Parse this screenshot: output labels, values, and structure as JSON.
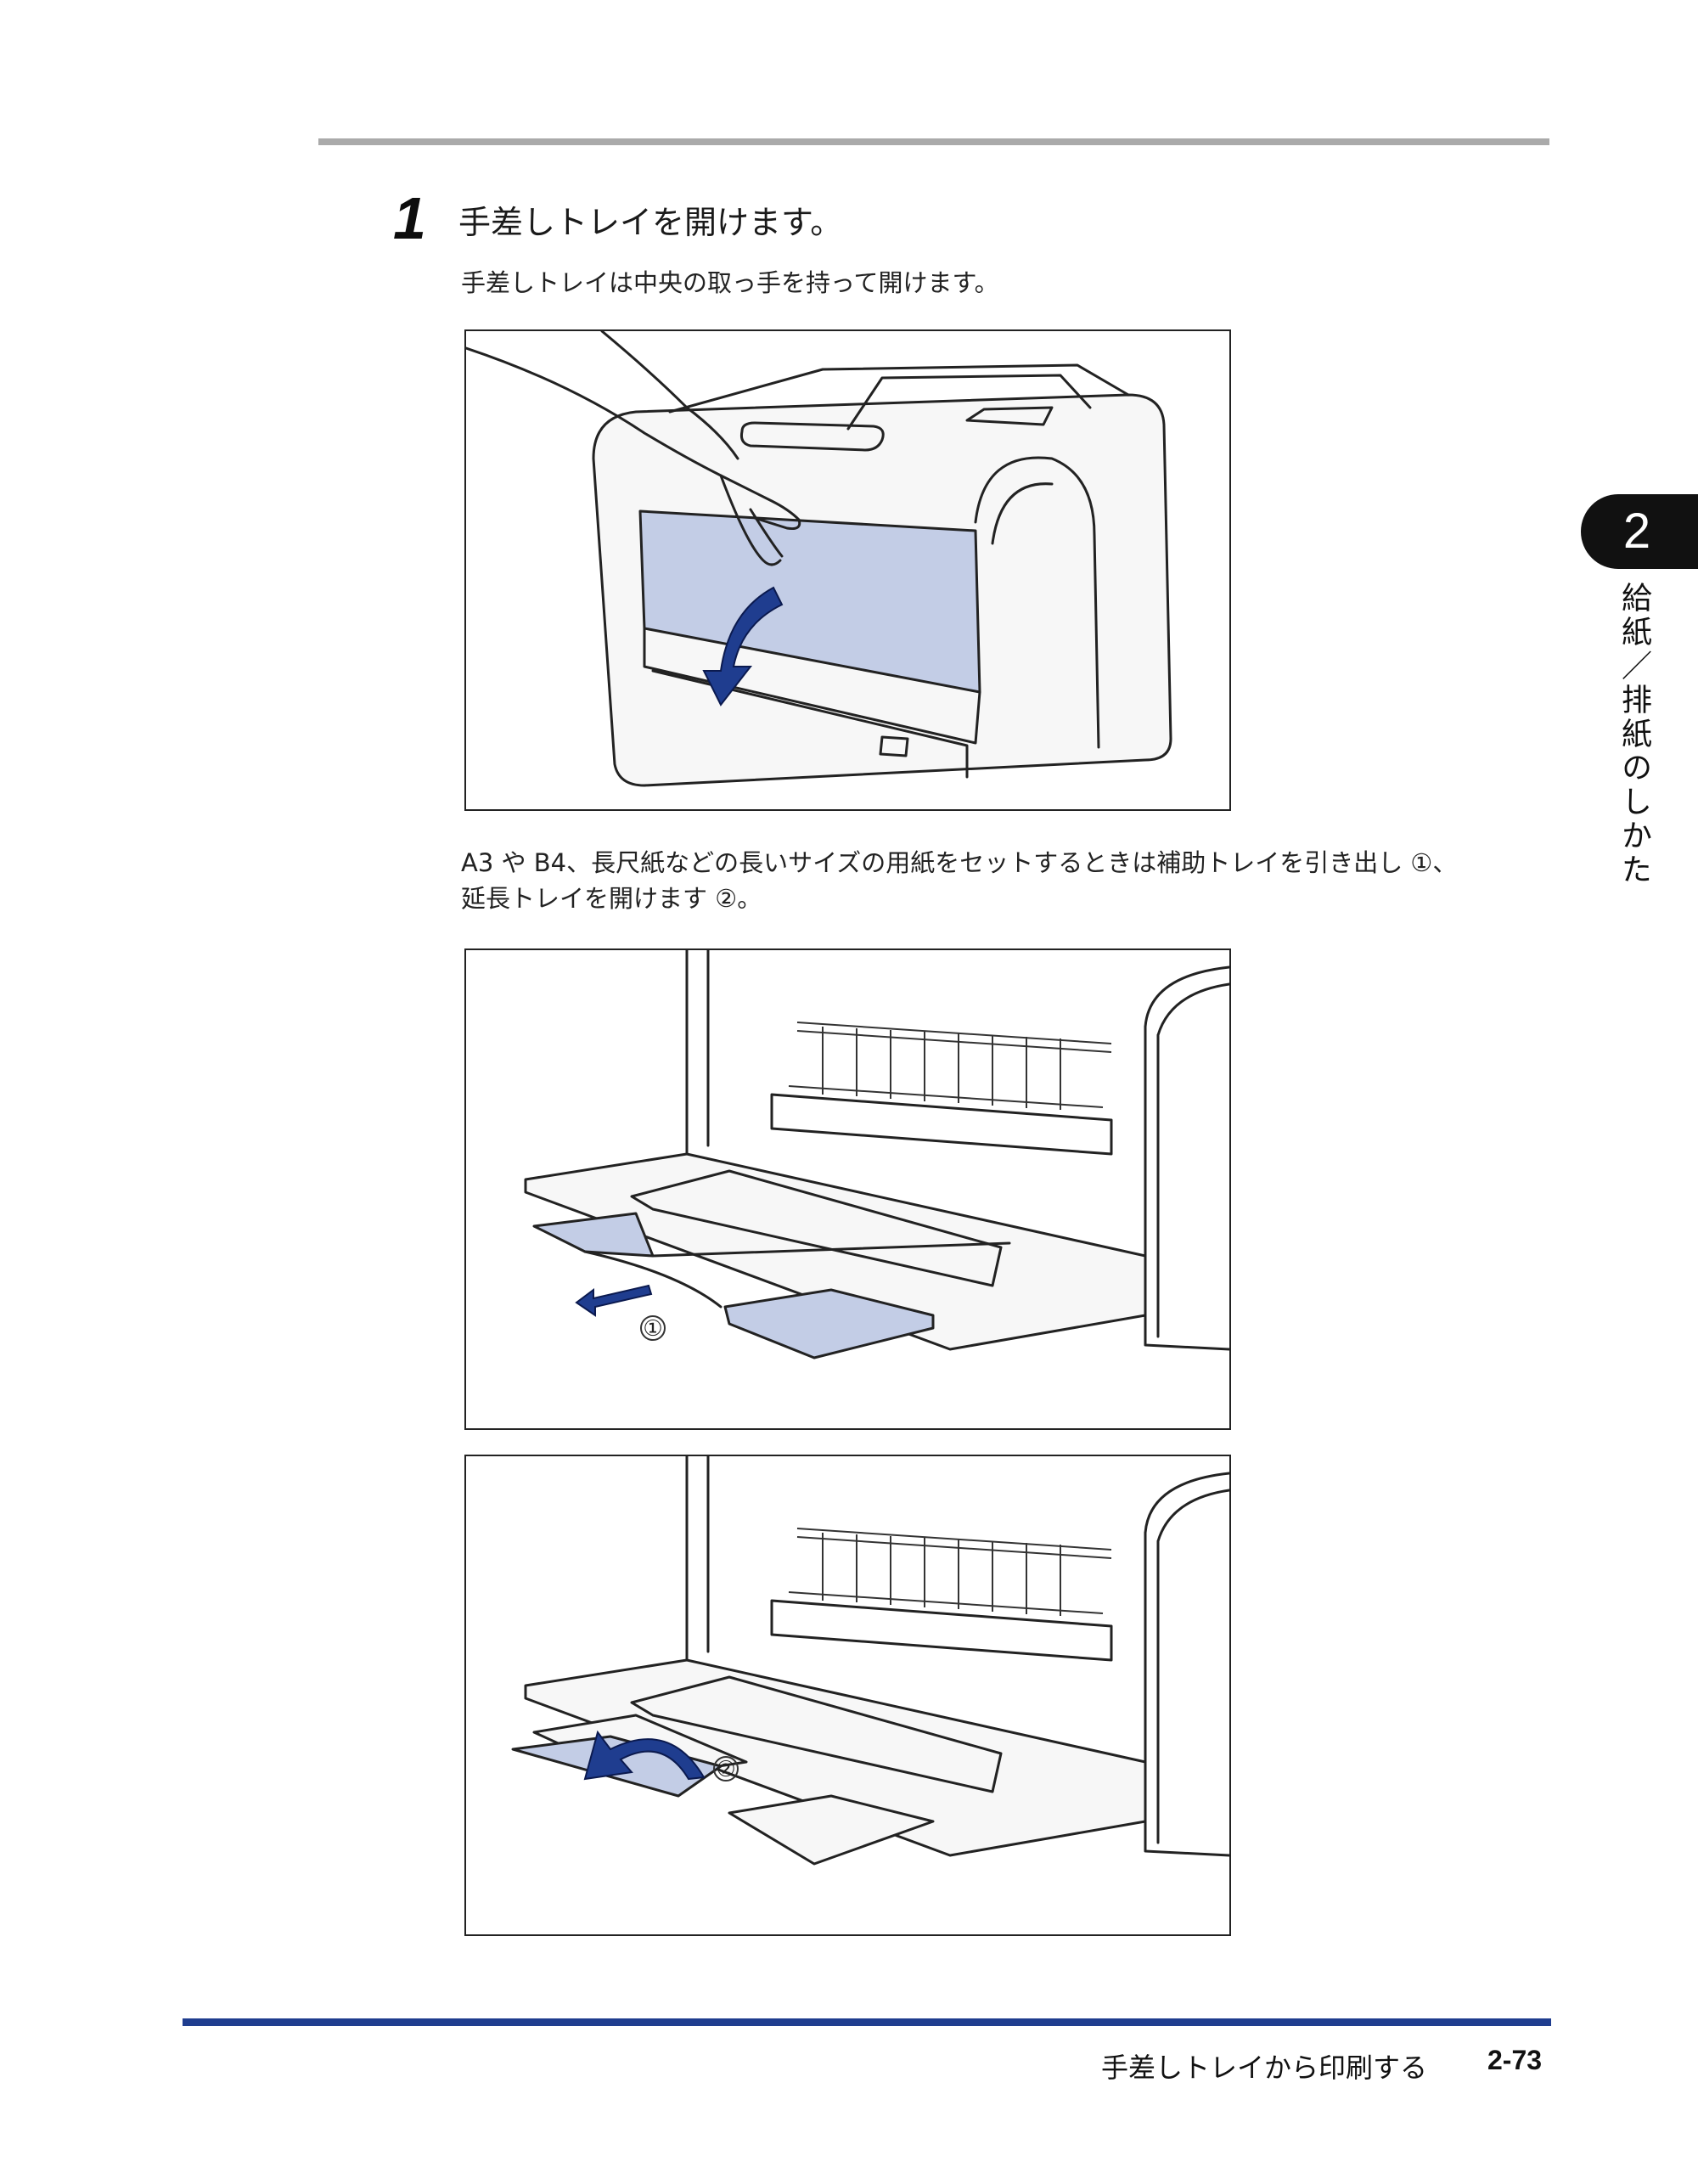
{
  "step": {
    "number": "1",
    "title": "手差しトレイを開けます。"
  },
  "paragraphs": {
    "p1": "手差しトレイは中央の取っ手を持って開けます。",
    "p2_line1": "A3 や B4、長尺紙などの長いサイズの用紙をセットするときは補助トレイを引き出し ①、",
    "p2_line2": "延長トレイを開けます ②。"
  },
  "figures": {
    "fig2_callout": "①",
    "fig3_callout": "②"
  },
  "chapter": {
    "number": "2",
    "title": "給紙／排紙のしかた"
  },
  "footer": {
    "title": "手差しトレイから印刷する",
    "page": "2-73"
  },
  "colors": {
    "accent_blue": "#1f3d8f",
    "highlight_fill": "#c3cde6",
    "rule_gray": "#aaaaaa"
  }
}
